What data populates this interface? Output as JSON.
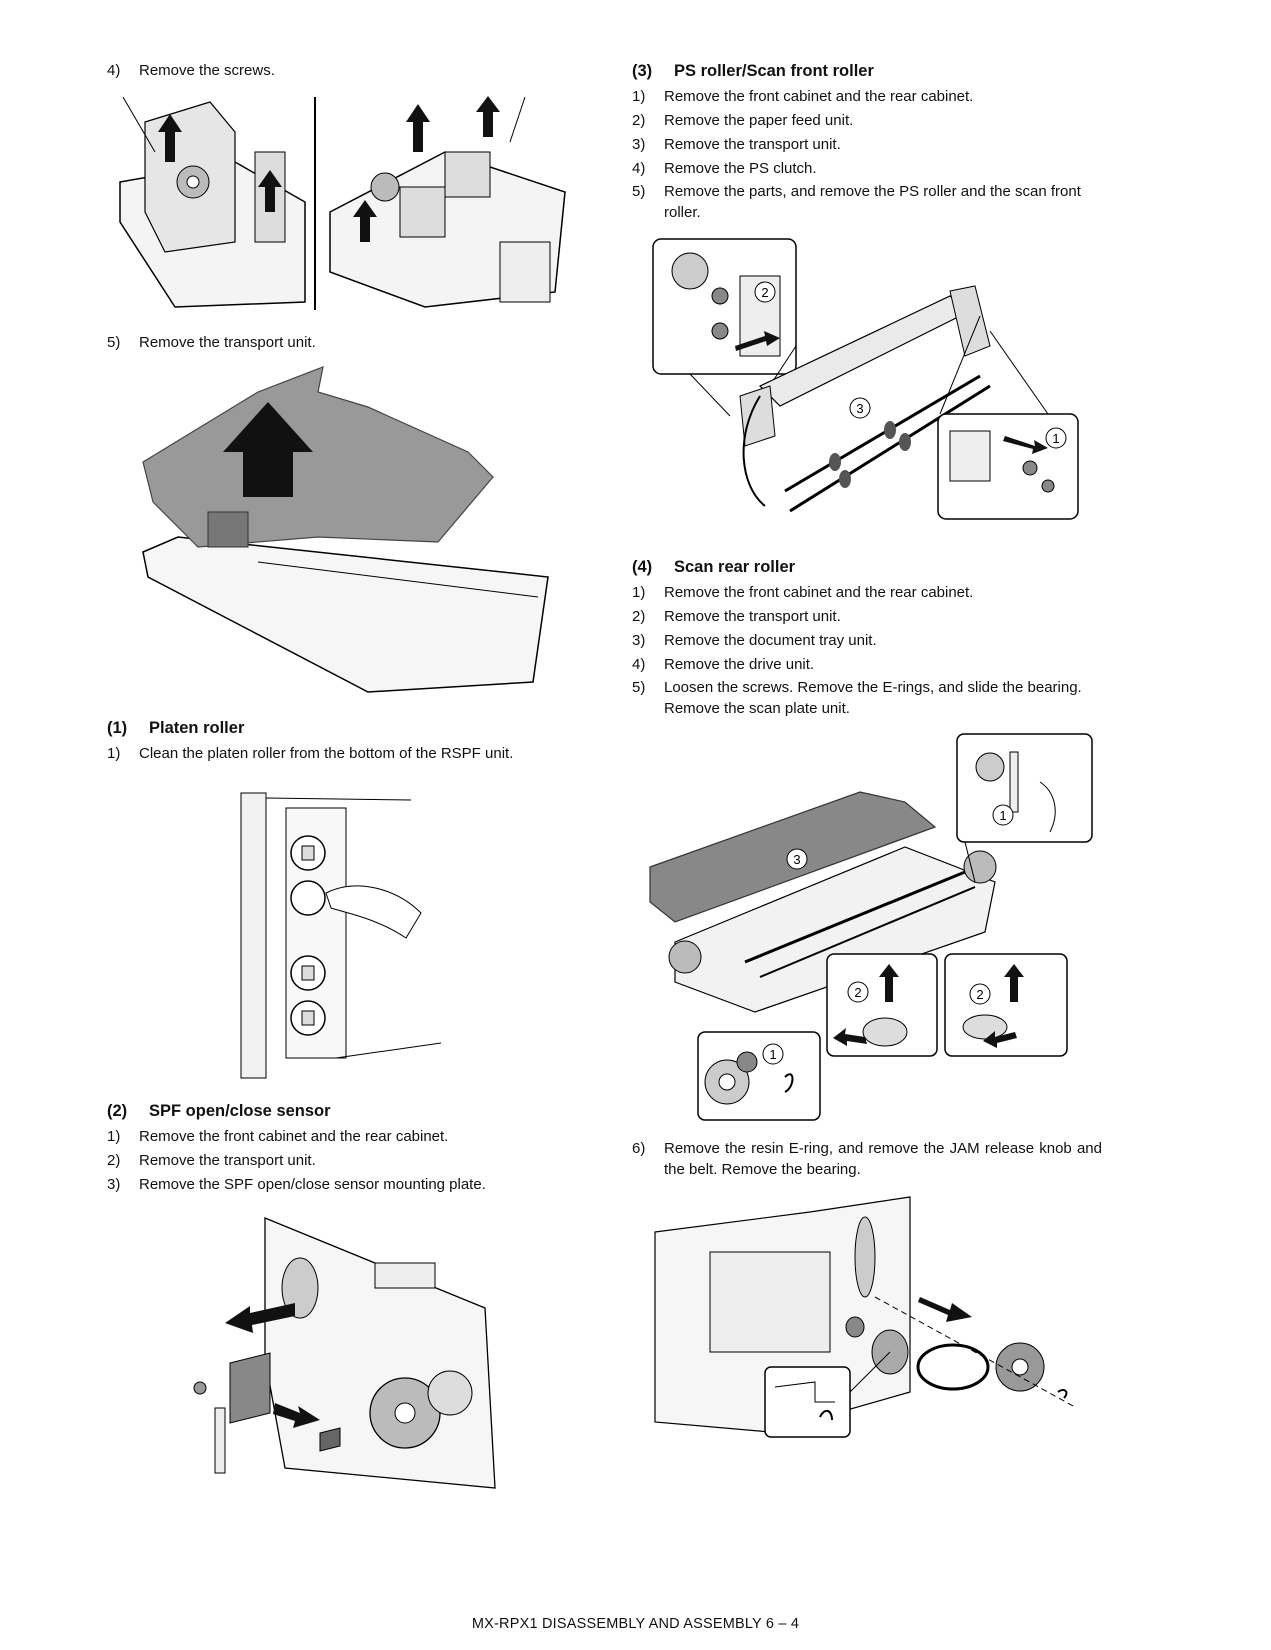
{
  "left": {
    "steps_top": [
      {
        "num": "4)",
        "text": "Remove the screws."
      },
      {
        "num": "5)",
        "text": "Remove the transport unit."
      }
    ],
    "platen": {
      "heading_num": "(1)",
      "heading": "Platen roller",
      "steps": [
        {
          "num": "1)",
          "text": "Clean the platen roller from the bottom of the RSPF unit."
        }
      ]
    },
    "spf_sensor": {
      "heading_num": "(2)",
      "heading": "SPF open/close sensor",
      "steps": [
        {
          "num": "1)",
          "text": "Remove the front cabinet and the rear cabinet."
        },
        {
          "num": "2)",
          "text": "Remove the transport unit."
        },
        {
          "num": "3)",
          "text": "Remove the SPF open/close sensor mounting plate."
        }
      ]
    }
  },
  "right": {
    "ps_roller": {
      "heading_num": "(3)",
      "heading": "PS roller/Scan front roller",
      "steps": [
        {
          "num": "1)",
          "text": "Remove the front cabinet and the rear cabinet."
        },
        {
          "num": "2)",
          "text": "Remove the paper feed unit."
        },
        {
          "num": "3)",
          "text": "Remove the transport unit."
        },
        {
          "num": "4)",
          "text": "Remove the PS clutch."
        },
        {
          "num": "5)",
          "text": "Remove the parts, and remove the PS roller and the scan front roller."
        }
      ],
      "callouts": [
        "2",
        "3",
        "1"
      ]
    },
    "scan_rear": {
      "heading_num": "(4)",
      "heading": "Scan rear roller",
      "steps": [
        {
          "num": "1)",
          "text": "Remove the front cabinet and the rear cabinet."
        },
        {
          "num": "2)",
          "text": "Remove the transport unit."
        },
        {
          "num": "3)",
          "text": "Remove the document tray unit."
        },
        {
          "num": "4)",
          "text": "Remove the drive unit."
        },
        {
          "num": "5)",
          "text": "Loosen the screws. Remove the E-rings, and slide the bearing. Remove the scan plate unit."
        },
        {
          "num": "6)",
          "text": "Remove the resin E-ring, and remove the JAM release knob and the belt. Remove the bearing."
        }
      ],
      "callouts": [
        "1",
        "3",
        "2",
        "2",
        "1"
      ]
    }
  },
  "footer": "MX-RPX1  DISASSEMBLY AND ASSEMBLY  6 – 4"
}
